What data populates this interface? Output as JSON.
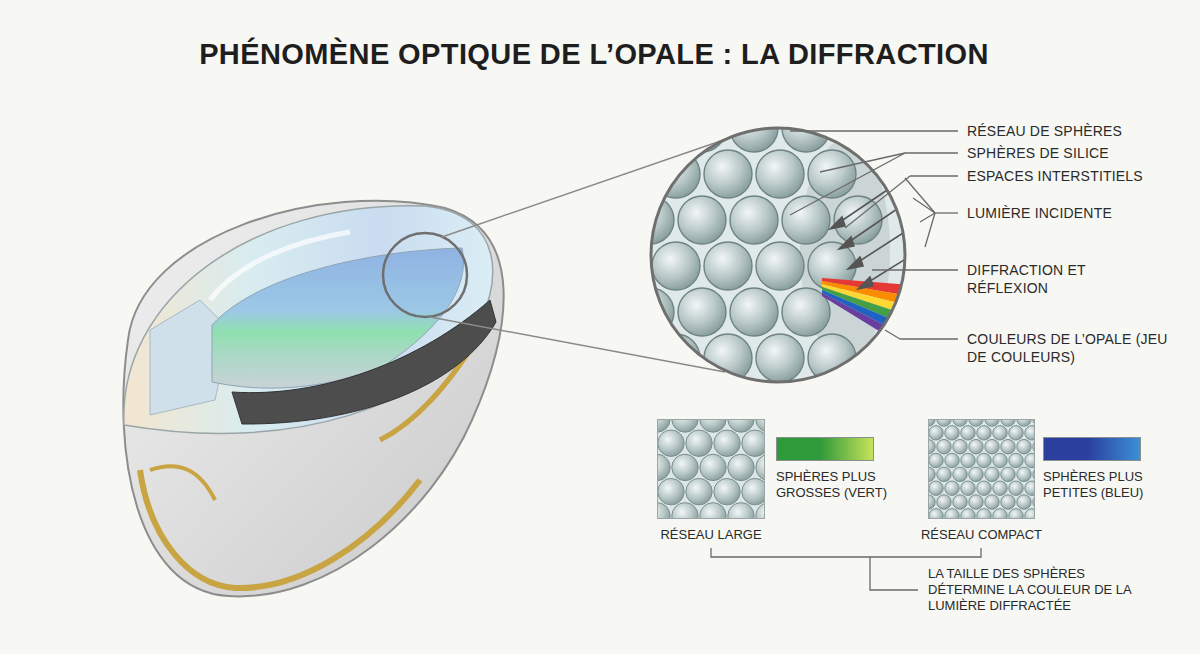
{
  "diagram": {
    "title": "PHÉNOMÈNE OPTIQUE DE L’OPALE : LA DIFFRACTION",
    "nodes": [
      {
        "text": [
          "RÉSEAU LARGE"
        ]
      },
      {
        "text": [
          "RÉSEAU COMPACT"
        ]
      }
    ],
    "labels": [
      "RÉSEAU DE SPHÈRES",
      "SPHÈRES DE SILICE",
      "ESPACES INTERSTITIELS",
      "LUMIÈRE INCIDENTE",
      "DIFFRACTION ET RÉFLEXION",
      "COULEURS DE L’OPALE (JEU DE COULEURS)",
      "LA TAILLE DES SPHÈRES DÉTERMINE LA COULEUR DE LA LUMIÈRE DIFFRACTÉE"
    ],
    "legend": [
      {
        "text": "SPHÈRES PLUS GROSSES (VERT)",
        "color": "#2f9a3a"
      },
      {
        "text": "SPHÈRES PLUS PETITES (BLEU)",
        "color": "#2a3f9e"
      }
    ]
  }
}
